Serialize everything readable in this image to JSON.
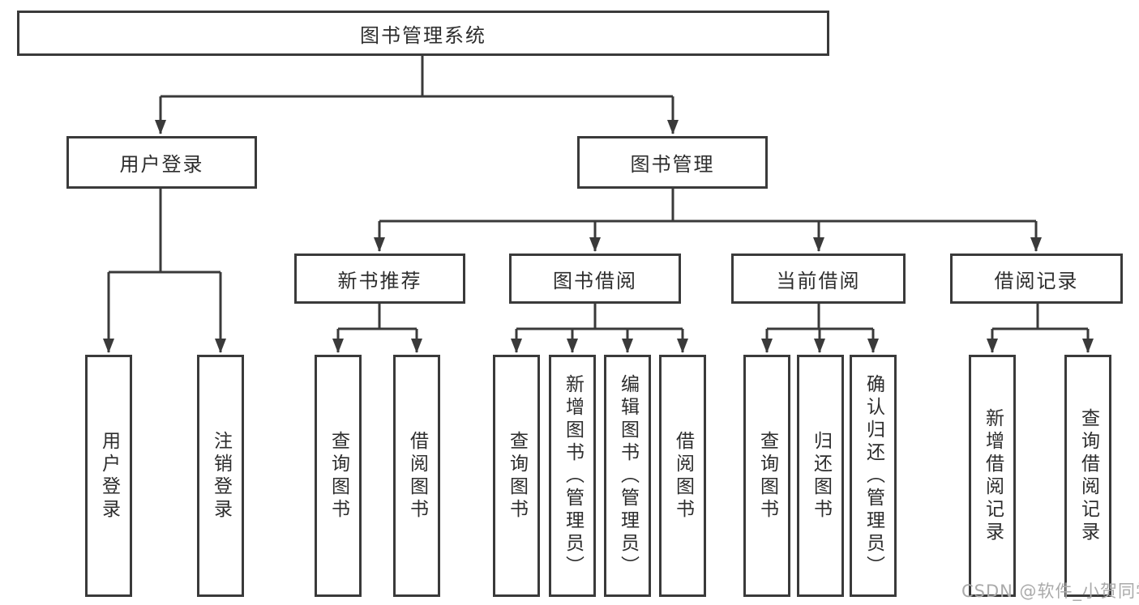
{
  "diagram": {
    "title": "图书管理系统",
    "branches": [
      {
        "label": "用户登录",
        "leaves": [
          "用户登录",
          "注销登录"
        ]
      },
      {
        "label": "图书管理",
        "children": [
          {
            "label": "新书推荐",
            "leaves": [
              "查询图书",
              "借阅图书"
            ]
          },
          {
            "label": "图书借阅",
            "leaves": [
              "查询图书",
              "新增图书（管理员）",
              "编辑图书（管理员）",
              "借阅图书"
            ]
          },
          {
            "label": "当前借阅",
            "leaves": [
              "查询图书",
              "归还图书",
              "确认归还（管理员）"
            ]
          },
          {
            "label": "借阅记录",
            "leaves": [
              "新增借阅记录",
              "查询借阅记录"
            ]
          }
        ]
      }
    ],
    "line_color": "#3a3a3a",
    "text_color": "#2d2d2d"
  },
  "watermark": {
    "text": "CSDN @软件_小贺同学"
  }
}
